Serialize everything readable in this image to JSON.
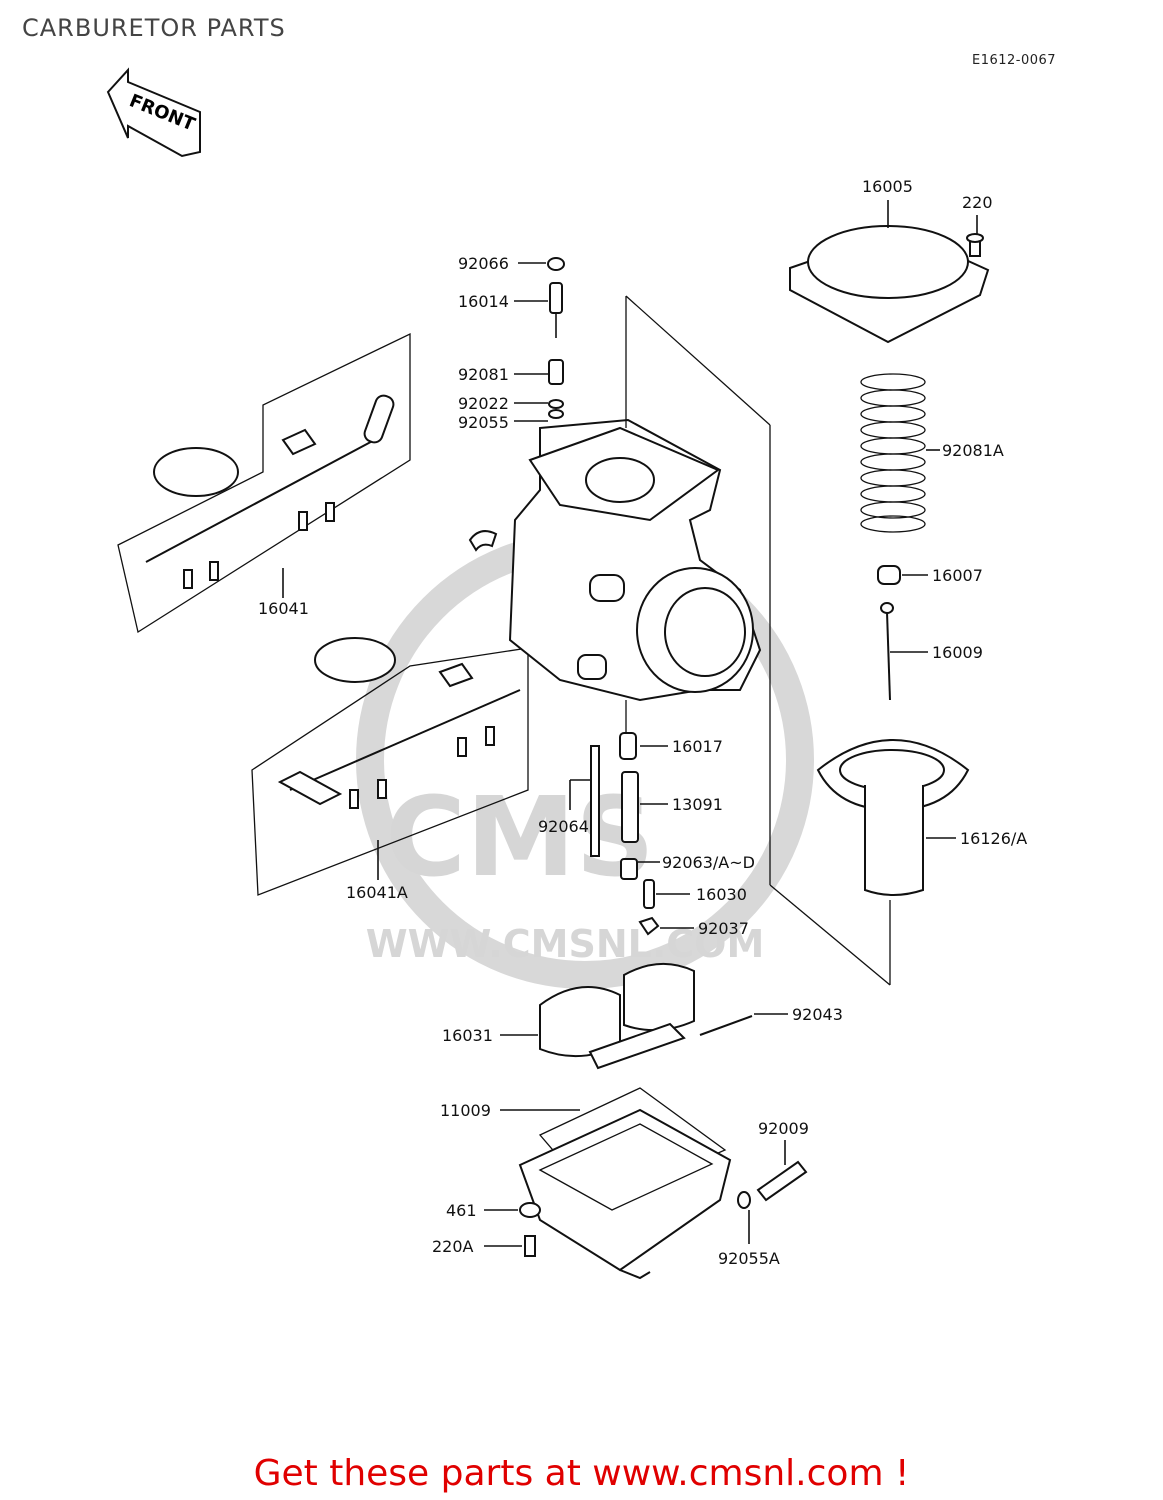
{
  "title": "CARBURETOR PARTS",
  "diagram_code": "E1612-0067",
  "front_label": "FRONT",
  "watermark": {
    "url": "WWW.CMSNL.COM"
  },
  "parts": {
    "p92066": "92066",
    "p16014": "16014",
    "p92081": "92081",
    "p92022": "92022",
    "p92055": "92055",
    "p16005": "16005",
    "p220": "220",
    "p92081A": "92081A",
    "p16007": "16007",
    "p16009": "16009",
    "p16041": "16041",
    "p16041A": "16041A",
    "p16017": "16017",
    "p13091": "13091",
    "p92064": "92064",
    "p92063": "92063/A~D",
    "p16030": "16030",
    "p92037": "92037",
    "p16126": "16126/A",
    "p16031": "16031",
    "p92043": "92043",
    "p11009": "11009",
    "p92009": "92009",
    "p461": "461",
    "p220A": "220A",
    "p92055A": "92055A"
  },
  "footer": "Get these parts at www.cmsnl.com !",
  "colors": {
    "footer": "#e00000",
    "line": "#111111",
    "watermark": "#d8d8d8"
  }
}
